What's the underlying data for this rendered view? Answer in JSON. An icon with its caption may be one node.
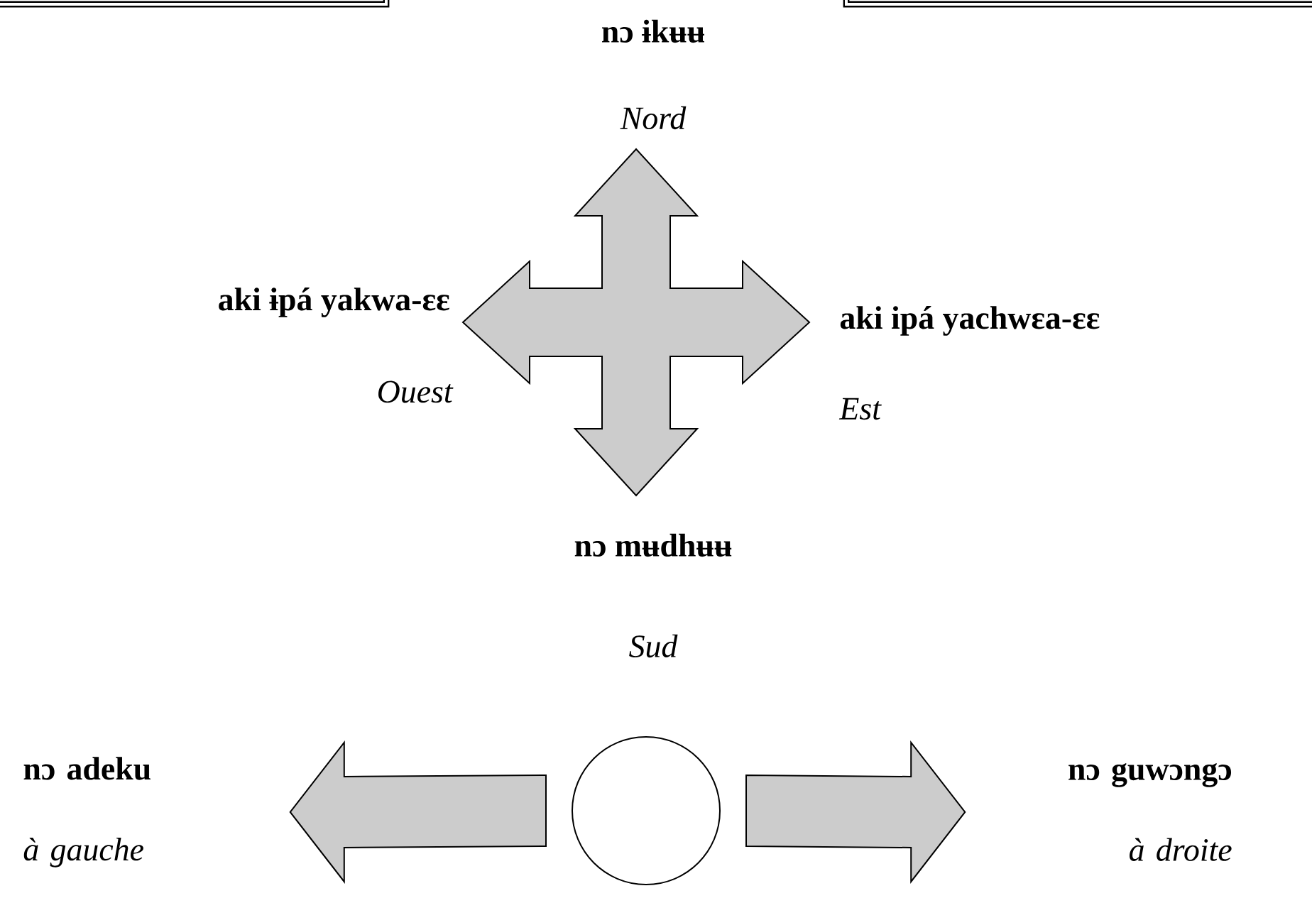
{
  "diagram": {
    "nodes": [
      {
        "text": [
          "nɔ adeku",
          "à gauche"
        ]
      },
      {
        "text": [],
        "shape": "circle"
      },
      {
        "text": [
          "nɔ guwɔngɔ",
          "à droite"
        ]
      }
    ],
    "edges": [
      {
        "from": 1,
        "to": 0,
        "arrow": "to"
      },
      {
        "from": 1,
        "to": 2,
        "arrow": "to"
      }
    ],
    "labels": [
      "nɔ ɨkʉʉ",
      "Nord",
      "aki ɨpá yakwa-ɛɛ",
      "aki ipá yachwɛa-ɛɛ",
      "Ouest",
      "Est",
      "nɔ mʉdhʉʉ",
      "Sud"
    ]
  }
}
